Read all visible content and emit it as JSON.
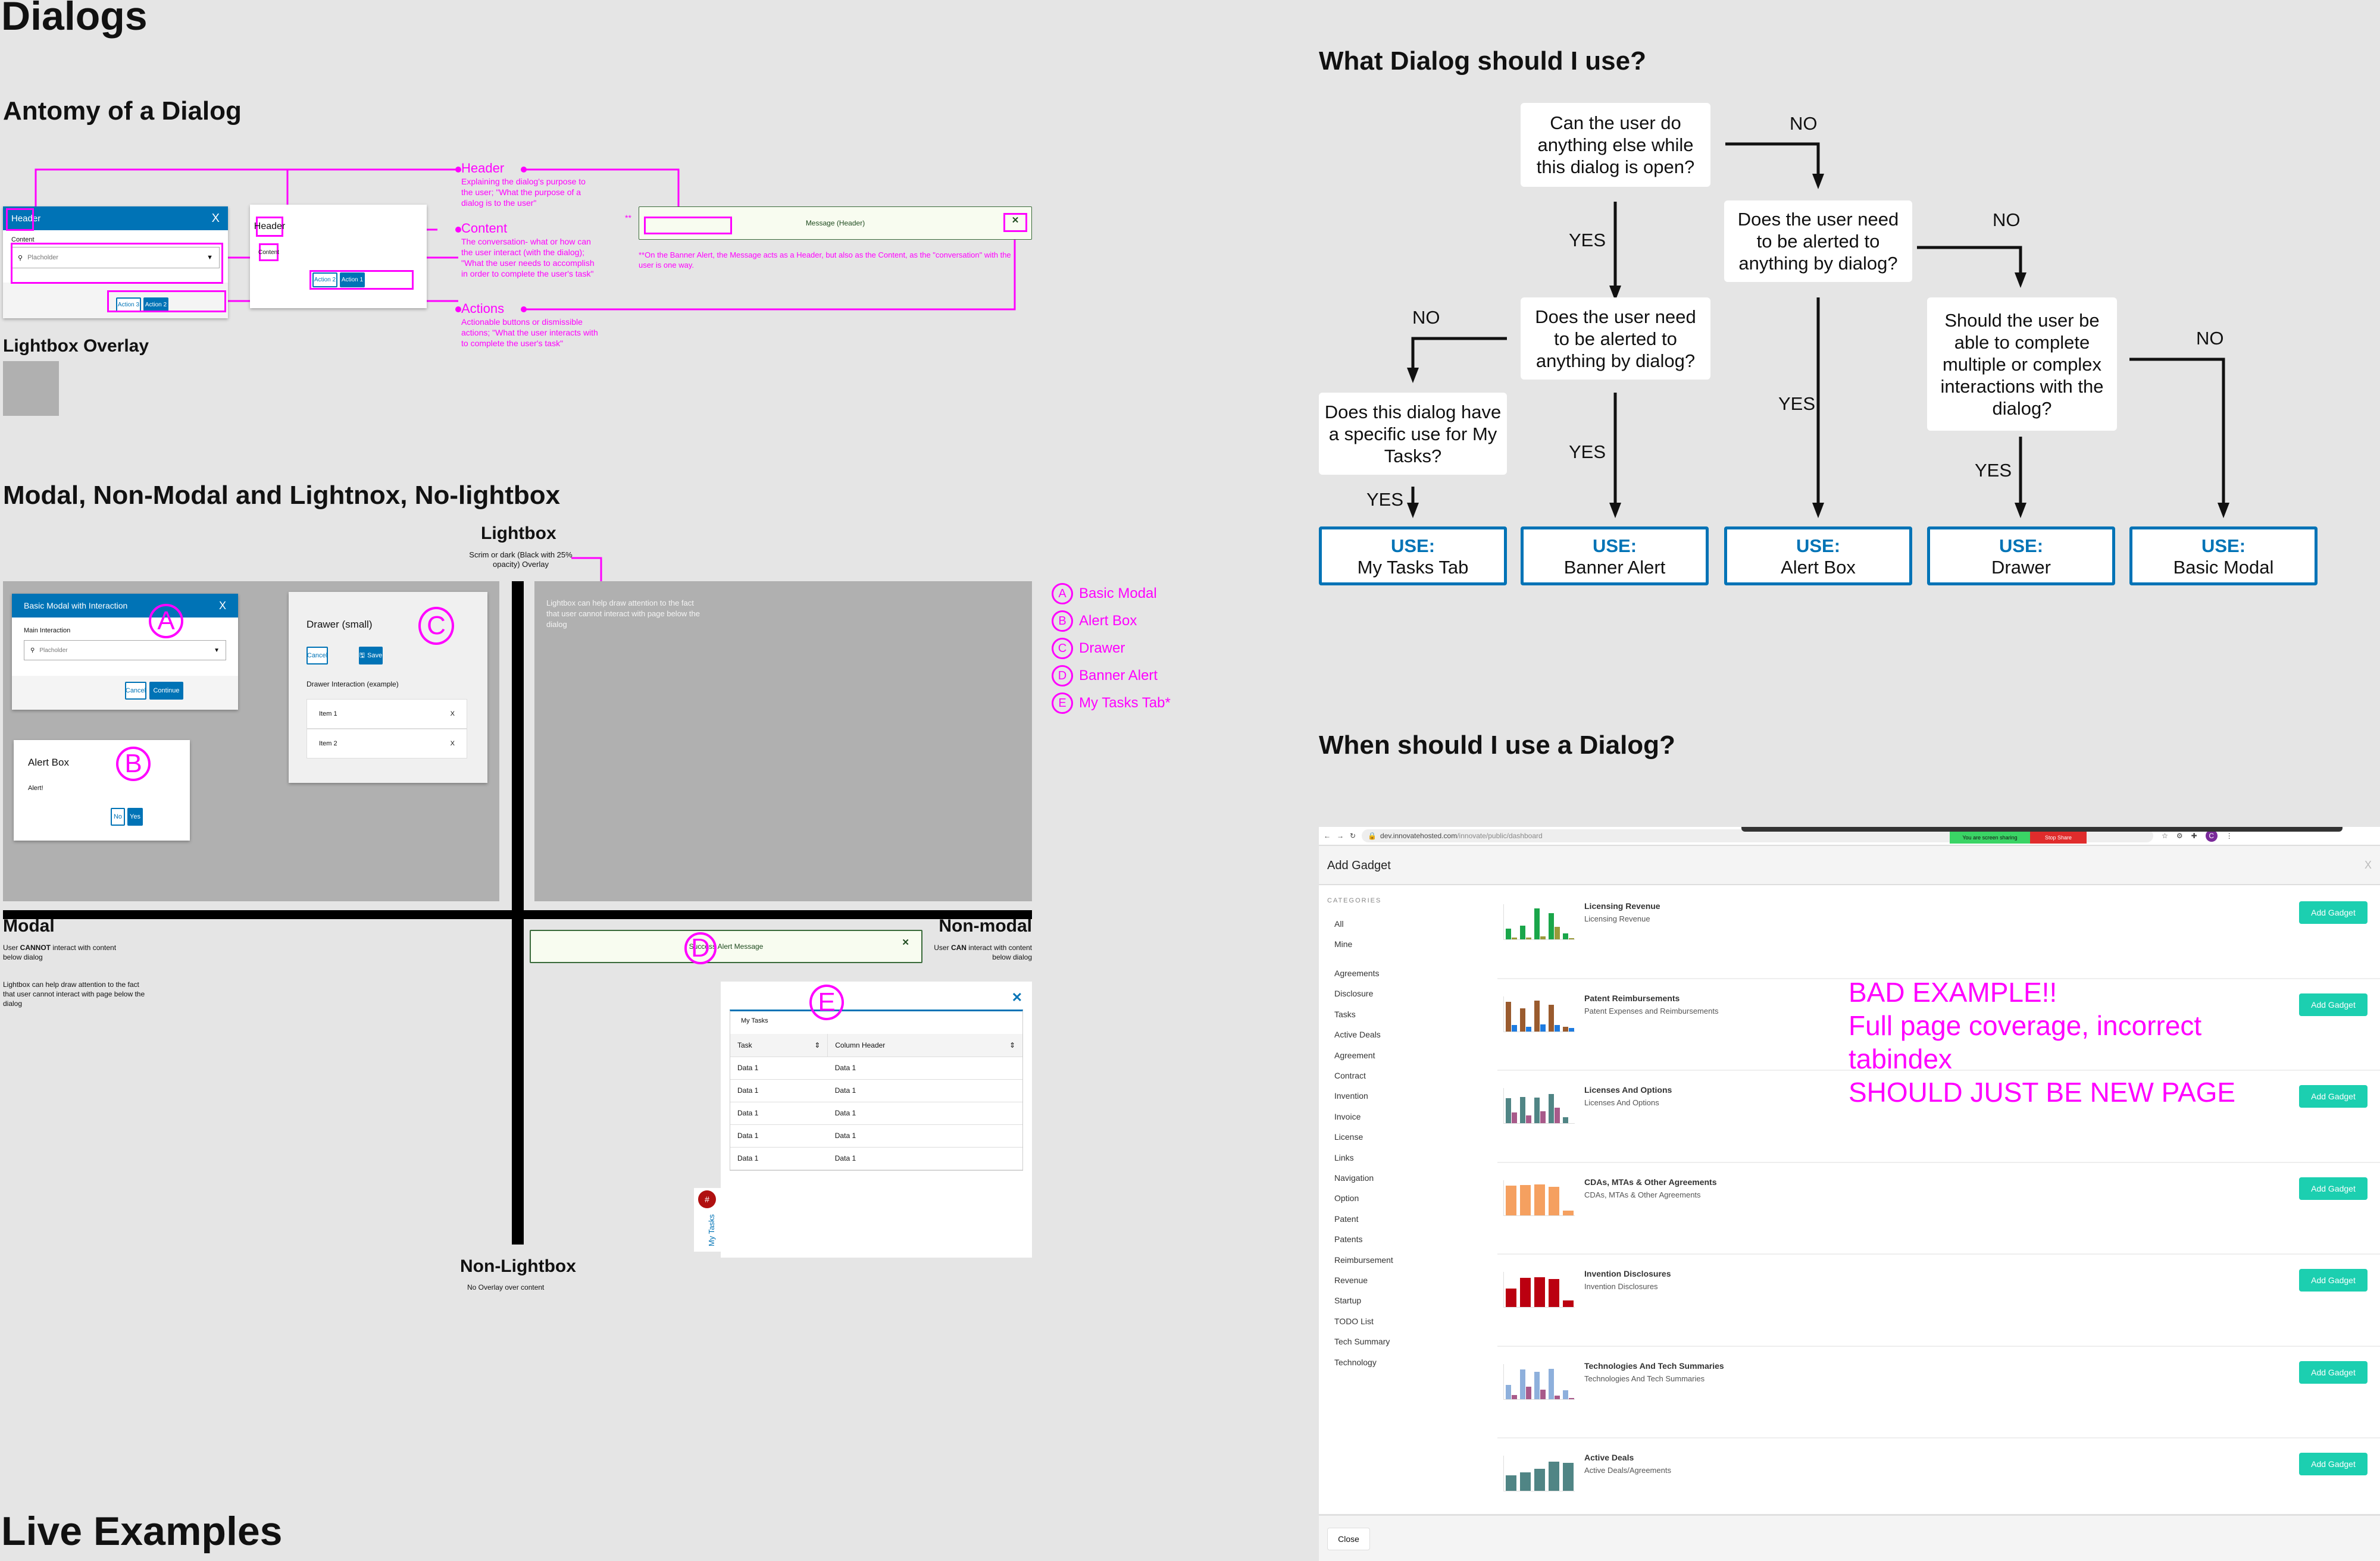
{
  "titles": {
    "dialogs": "Dialogs",
    "anatomy": "Antomy of a Dialog",
    "lightbox_overlay": "Lightbox Overlay",
    "modal_section": "Modal, Non-Modal and Lightnox, No-lightbox",
    "live_examples": "Live Examples",
    "which_dialog": "What Dialog should I use?",
    "when_dialog": "When should I use a Dialog?"
  },
  "anatomy": {
    "modal_header": "Header",
    "modal_close": "X",
    "content_label": "Content",
    "placeholder": "Placholder",
    "action3": "Action 3",
    "action2": "Action 2",
    "action1": "Action 1",
    "header2": "Header",
    "content2": "Content",
    "banner_message": "Message (Header)",
    "banner_close": "✕",
    "asterisks": "**",
    "annotations": {
      "header_title": "Header",
      "header_text": "Explaining the dialog's purpose to the user; \"What the purpose of a dialog is to the user\"",
      "content_title": "Content",
      "content_text": "The conversation- what or how can the user interact (with the dialog); \"What the user needs to accomplish in order to complete the user's task\"",
      "actions_title": "Actions",
      "actions_text": "Actionable buttons or dismissible actions; \"What the user interacts with to complete the user's task\"",
      "banner_note": "**On the Banner Alert, the Message  acts as a Header, but also as the Content, as  the \"conversation\" with the user is one way."
    }
  },
  "examples": {
    "lightbox_title": "Lightbox",
    "lightbox_sub": "Scrim  or dark (Black with 25% opacity) Overlay",
    "lightbox_note": "Lightbox can help draw attention to the fact that user cannot interact with page below the dialog",
    "modal_a": {
      "title": "Basic Modal with Interaction",
      "close": "X",
      "label": "Main Interaction",
      "placeholder": "Placholder",
      "cancel": "Cancel",
      "continue": "Continue",
      "marker": "A"
    },
    "alert_b": {
      "title": "Alert Box",
      "text": "Alert!",
      "no": "No",
      "yes": "Yes",
      "marker": "B"
    },
    "drawer_c": {
      "title": "Drawer (small)",
      "cancel": "Cancel",
      "save": "Save",
      "subtitle": "Drawer Interaction (example)",
      "items": [
        "Item 1",
        "Item 2"
      ],
      "remove": "X",
      "marker": "C"
    },
    "banner_d": {
      "message": "Success Alert Message",
      "close": "✕",
      "marker": "D"
    },
    "tasks_e": {
      "title": "My Tasks",
      "close": "✕",
      "col1": "Task",
      "col2": "Column Header",
      "rows": [
        [
          "Data 1",
          "Data 1"
        ],
        [
          "Data 1",
          "Data 1"
        ],
        [
          "Data 1",
          "Data 1"
        ],
        [
          "Data 1",
          "Data 1"
        ],
        [
          "Data 1",
          "Data 1"
        ]
      ],
      "tab_label": "My Tasks",
      "tab_badge": "#",
      "marker": "E"
    },
    "modal_label": "Modal",
    "modal_desc_1": "User ",
    "modal_desc_bold": "CANNOT",
    "modal_desc_2": " interact with content below dialog",
    "modal_note": "Lightbox can help draw attention to the fact that user cannot interact with page below the dialog",
    "nonmodal_label": "Non-modal",
    "nonmodal_desc_1": "User ",
    "nonmodal_desc_bold": "CAN",
    "nonmodal_desc_2": " interact with content below dialog",
    "nonlightbox_label": "Non-Lightbox",
    "nonlightbox_sub": "No Overlay over content",
    "legend": [
      {
        "marker": "A",
        "label": "Basic Modal"
      },
      {
        "marker": "B",
        "label": "Alert Box"
      },
      {
        "marker": "C",
        "label": "Drawer"
      },
      {
        "marker": "D",
        "label": "Banner Alert"
      },
      {
        "marker": "E",
        "label": "My Tasks Tab*"
      }
    ]
  },
  "flowchart": {
    "q1": "Can the user do anything else while this dialog is open?",
    "q2": "Does the user need to be alerted to anything by dialog?",
    "q3": "Does the user need to be alerted to anything by dialog?",
    "q4": "Does this dialog have a specific use for My Tasks?",
    "q5": "Should the user be able to complete multiple or complex interactions with the dialog?",
    "yes": "YES",
    "no": "NO",
    "use_prefix": "USE:",
    "results": [
      "My Tasks Tab",
      "Banner Alert",
      "Alert Box",
      "Drawer",
      "Basic Modal"
    ]
  },
  "live": {
    "url_domain": "dev.innovatehosted.com",
    "url_path": "/innovate/public/dashboard",
    "sharing_text": "You are screen sharing",
    "stop_share": "Stop Share",
    "profile_initial": "C",
    "dialog_title": "Add Gadget",
    "dialog_close": "X",
    "categories_heading": "CATEGORIES",
    "categories_top": [
      "All",
      "Mine"
    ],
    "categories": [
      "Agreements",
      "Disclosure",
      "Tasks",
      "Active Deals",
      "Agreement",
      "Contract",
      "Invention",
      "Invoice",
      "License",
      "Links",
      "Navigation",
      "Option",
      "Patent",
      "Patents",
      "Reimbursement",
      "Revenue",
      "Startup",
      "TODO List",
      "Tech Summary",
      "Technology"
    ],
    "add_label": "Add Gadget",
    "close_label": "Close",
    "gadgets": [
      {
        "title": "Licensing Revenue",
        "subtitle": "Licensing Revenue",
        "colors": [
          "#1aa64a",
          "#9a9a3a"
        ],
        "bars": [
          [
            0.35,
            0.05
          ],
          [
            0.45,
            0.05
          ],
          [
            1,
            0.1
          ],
          [
            0.85,
            0.4
          ],
          [
            0.2,
            0.03
          ]
        ]
      },
      {
        "title": "Patent Reimbursements",
        "subtitle": "Patent Expenses and Reimbursements",
        "colors": [
          "#9a5b2e",
          "#1e7be0"
        ],
        "bars": [
          [
            0.95,
            0.2
          ],
          [
            0.75,
            0.15
          ],
          [
            1,
            0.22
          ],
          [
            0.85,
            0.2
          ],
          [
            0.15,
            0.1
          ]
        ]
      },
      {
        "title": "Licenses And Options",
        "subtitle": "Licenses And Options",
        "colors": [
          "#508585",
          "#a85a8a"
        ],
        "bars": [
          [
            0.8,
            0.35
          ],
          [
            0.85,
            0.25
          ],
          [
            0.82,
            0.38
          ],
          [
            0.95,
            0.5
          ],
          [
            0.2,
            0
          ]
        ]
      },
      {
        "title": "CDAs, MTAs & Other Agreements",
        "subtitle": "CDAs, MTAs & Other Agreements",
        "colors": [
          "#f5a060"
        ],
        "bars": [
          [
            0.95
          ],
          [
            0.97
          ],
          [
            1
          ],
          [
            0.92
          ],
          [
            0.15
          ]
        ]
      },
      {
        "title": "Invention Disclosures",
        "subtitle": "Invention Disclosures",
        "colors": [
          "#bb0010"
        ],
        "bars": [
          [
            0.6
          ],
          [
            0.95
          ],
          [
            0.97
          ],
          [
            0.9
          ],
          [
            0.22
          ]
        ]
      },
      {
        "title": "Technologies And Tech Summaries",
        "subtitle": "Technologies And Tech Summaries",
        "colors": [
          "#8eb0dc",
          "#a85a8a"
        ],
        "bars": [
          [
            0.45,
            0.12
          ],
          [
            0.95,
            0.4
          ],
          [
            0.88,
            0.3
          ],
          [
            0.97,
            0.1
          ],
          [
            0.28,
            0.03
          ]
        ]
      },
      {
        "title": "Active Deals",
        "subtitle": "Active Deals/Agreements",
        "colors": [
          "#508585"
        ],
        "bars": [
          [
            0.5
          ],
          [
            0.6
          ],
          [
            0.72
          ],
          [
            0.95
          ],
          [
            0.9
          ]
        ]
      }
    ],
    "bad_example": [
      "BAD EXAMPLE!!",
      "Full page coverage, incorrect",
      "tabindex",
      "SHOULD JUST BE NEW PAGE"
    ]
  }
}
